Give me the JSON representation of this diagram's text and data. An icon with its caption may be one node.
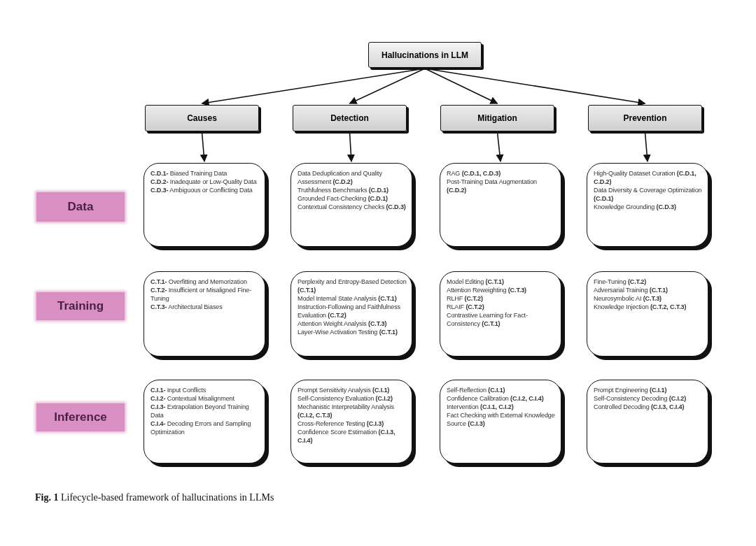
{
  "diagram": {
    "caption": "**Fig. 1** Lifecycle-based framework of hallucinations in LLMs",
    "nodes": [
      {
        "text": [
          "Hallucinations in LLM"
        ]
      },
      {
        "text": [
          "Causes"
        ]
      },
      {
        "text": [
          "Detection"
        ]
      },
      {
        "text": [
          "Mitigation"
        ]
      },
      {
        "text": [
          "Prevention"
        ]
      },
      {
        "text": [
          "Data"
        ]
      },
      {
        "text": [
          "**C.D.1-** Biased Training Data",
          "**C.D.2-** Inadequate or Low-Quality Data",
          "**C.D.3-** Ambiguous or Conflicting Data"
        ]
      },
      {
        "text": [
          "Data Deduplication and Quality Assessment **(C.D.2)**",
          "Truthfulness Benchmarks **(C.D.1)**",
          "Grounded Fact-Checking **(C.D.1)**",
          "Contextual Consistency Checks **(C.D.3)**"
        ]
      },
      {
        "text": [
          "RAG **(C.D.1, C.D.3)**",
          "Post-Training Data Augmentation **(C.D.2)**"
        ]
      },
      {
        "text": [
          "High-Quality Dataset Curation **(C.D.1, C.D.2)**",
          "Data Diversity & Coverage Optimization **(C.D.1)**",
          "Knowledge Grounding **(C.D.3)**"
        ]
      },
      {
        "text": [
          "Training"
        ]
      },
      {
        "text": [
          "**C.T.1-** Overfitting and Memorization",
          "**C.T.2-** Insufficient or Misaligned Fine-Tuning",
          "**C.T.3-** Architectural Biases"
        ]
      },
      {
        "text": [
          "Perplexity and Entropy-Based Detection **(C.T.1)**",
          "Model Internal State Analysis **(C.T.1)**",
          "Instruction-Following and Faithfulness Evaluation **(C.T.2)**",
          "Attention Weight Analysis **(C.T.3)**",
          "Layer-Wise Activation Testing **(C.T.1)**"
        ]
      },
      {
        "text": [
          "Model Editing **(C.T.1)**",
          "Attention Reweighting **(C.T.3)**",
          "RLHF **(C.T.2)**",
          "RLAIF **(C.T.2)**",
          "Contrastive Learning for Fact-Consistency **(C.T.1)**"
        ]
      },
      {
        "text": [
          "Fine-Tuning **(C.T.2)**",
          "Adversarial Training **(C.T.1)**",
          "Neurosymbolic AI **(C.T.3)**",
          "Knowledge Injection **(C.T.2, C.T.3)**"
        ]
      },
      {
        "text": [
          "Inference"
        ]
      },
      {
        "text": [
          "**C.I.1-** Input Conflicts",
          "**C.I.2-** Contextual Misalignment",
          "**C.I.3-** Extrapolation Beyond Training Data",
          "**C.I.4-** Decoding Errors and Sampling Optimization"
        ]
      },
      {
        "text": [
          "Prompt Sensitivity Analysis **(C.I.1)**",
          "Self-Consistency Evaluation **(C.I.2)**",
          "Mechanistic Interpretability Analysis **(C.I.2, C.T.3)**",
          "Cross-Reference Testing **(C.I.3)**",
          "Confidence Score Estimation **(C.I.3, C.I.4)**"
        ]
      },
      {
        "text": [
          "Self-Reflection **(C.I.1)**",
          "Confidence Calibration **(C.I.2, C.I.4)**",
          "Intervention **(C.I.1, C.I.2)**",
          "Fact Checking with External Knowledge Source **(C.I.3)**"
        ]
      },
      {
        "text": [
          "Prompt Engineering **(C.I.1)**",
          "Self-Consistency Decoding **(C.I.2)**",
          "Controlled Decoding **(C.I.3, C.I.4)**"
        ]
      }
    ],
    "edges": [
      {
        "from": 0,
        "to": 1,
        "arrow": "to"
      },
      {
        "from": 0,
        "to": 2,
        "arrow": "to"
      },
      {
        "from": 0,
        "to": 3,
        "arrow": "to"
      },
      {
        "from": 0,
        "to": 4,
        "arrow": "to"
      },
      {
        "from": 1,
        "to": 6,
        "arrow": "to"
      },
      {
        "from": 2,
        "to": 7,
        "arrow": "to"
      },
      {
        "from": 3,
        "to": 8,
        "arrow": "to"
      },
      {
        "from": 4,
        "to": 9,
        "arrow": "to"
      }
    ]
  }
}
